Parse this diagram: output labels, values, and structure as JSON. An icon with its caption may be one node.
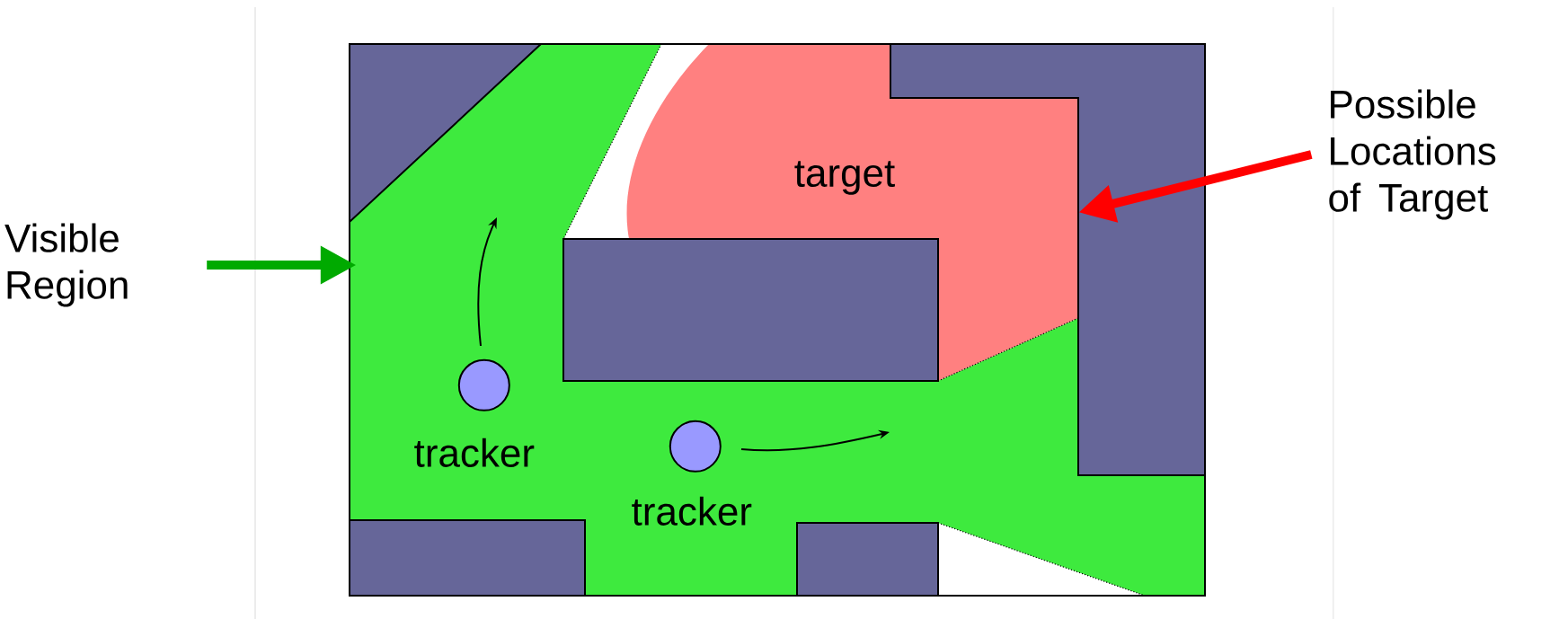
{
  "diagram": {
    "nodes": [
      {
        "text": [
          "Visible Region"
        ]
      },
      {
        "text": [],
        "shape": "polygon"
      },
      {
        "text": [
          "Possible Locations of Target"
        ]
      },
      {
        "text": [
          "target"
        ]
      },
      {
        "text": [],
        "shape": "circle",
        "in": 1,
        "beside": [
          "tracker"
        ]
      },
      {
        "text": [],
        "shape": "circle",
        "in": 1,
        "beside": [
          "tracker"
        ]
      }
    ],
    "edges": [
      {
        "from": 0,
        "to": 1,
        "arrow": "to",
        "color": "#00aa00"
      },
      {
        "from": 2,
        "to": 3,
        "arrow": "to",
        "color": "#ff0000"
      }
    ]
  }
}
